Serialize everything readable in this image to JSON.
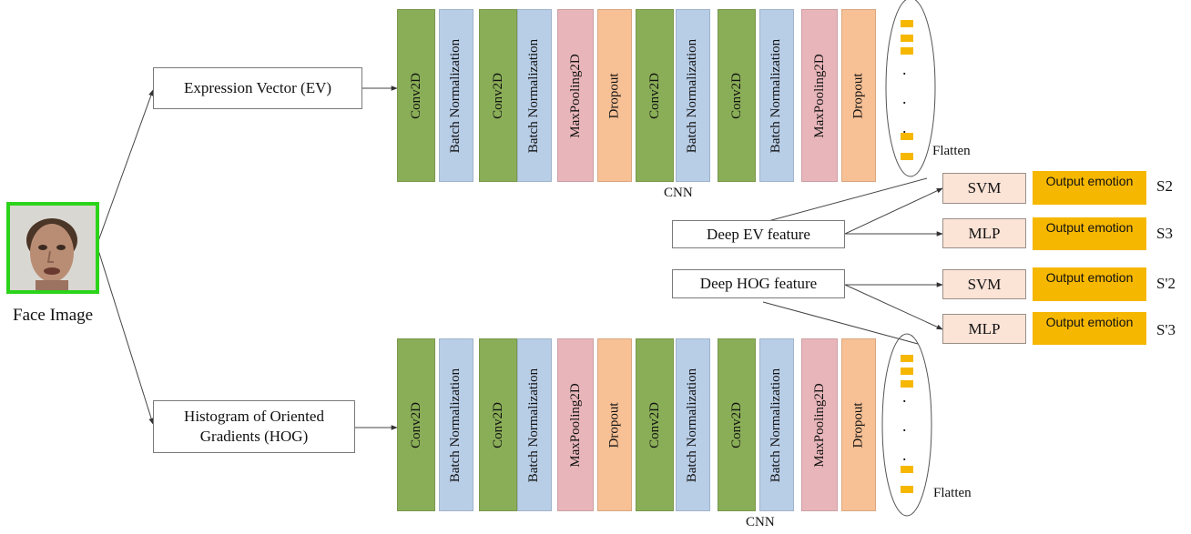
{
  "colors": {
    "conv": "#8aae57",
    "batchnorm": "#b8cde6",
    "maxpool": "#e8b6ba",
    "dropout": "#f7c095",
    "classifier": "#fbe3d6",
    "output": "#f6b700",
    "flatten_unit": "#f6b700",
    "face_border": "#2bd41a"
  },
  "face": {
    "label": "Face Image"
  },
  "inputs": {
    "ev": "Expression Vector (EV)",
    "hog": "Histogram of Oriented Gradients (HOG)"
  },
  "cnn_top": {
    "label": "CNN",
    "flatten_label": "Flatten",
    "layers": [
      {
        "type": "conv",
        "label": "Conv2D"
      },
      {
        "type": "batchnorm",
        "label": "Batch Normalization"
      },
      {
        "type": "conv",
        "label": "Conv2D"
      },
      {
        "type": "batchnorm",
        "label": "Batch Normalization"
      },
      {
        "type": "maxpool",
        "label": "MaxPooling2D"
      },
      {
        "type": "dropout",
        "label": "Dropout"
      },
      {
        "type": "conv",
        "label": "Conv2D"
      },
      {
        "type": "batchnorm",
        "label": "Batch Normalization"
      },
      {
        "type": "conv",
        "label": "Conv2D"
      },
      {
        "type": "batchnorm",
        "label": "Batch Normalization"
      },
      {
        "type": "maxpool",
        "label": "MaxPooling2D"
      },
      {
        "type": "dropout",
        "label": "Dropout"
      }
    ]
  },
  "cnn_bottom": {
    "label": "CNN",
    "flatten_label": "Flatten",
    "layers": [
      {
        "type": "conv",
        "label": "Conv2D"
      },
      {
        "type": "batchnorm",
        "label": "Batch Normalization"
      },
      {
        "type": "conv",
        "label": "Conv2D"
      },
      {
        "type": "batchnorm",
        "label": "Batch Normalization"
      },
      {
        "type": "maxpool",
        "label": "MaxPooling2D"
      },
      {
        "type": "dropout",
        "label": "Dropout"
      },
      {
        "type": "conv",
        "label": "Conv2D"
      },
      {
        "type": "batchnorm",
        "label": "Batch Normalization"
      },
      {
        "type": "conv",
        "label": "Conv2D"
      },
      {
        "type": "batchnorm",
        "label": "Batch Normalization"
      },
      {
        "type": "maxpool",
        "label": "MaxPooling2D"
      },
      {
        "type": "dropout",
        "label": "Dropout"
      }
    ]
  },
  "features": {
    "ev": "Deep EV feature",
    "hog": "Deep HOG feature"
  },
  "classifiers": [
    {
      "name": "SVM",
      "output": "Output emotion",
      "scheme": "S2"
    },
    {
      "name": "MLP",
      "output": "Output emotion",
      "scheme": "S3"
    },
    {
      "name": "SVM",
      "output": "Output emotion",
      "scheme": "S'2"
    },
    {
      "name": "MLP",
      "output": "Output emotion",
      "scheme": "S'3"
    }
  ]
}
